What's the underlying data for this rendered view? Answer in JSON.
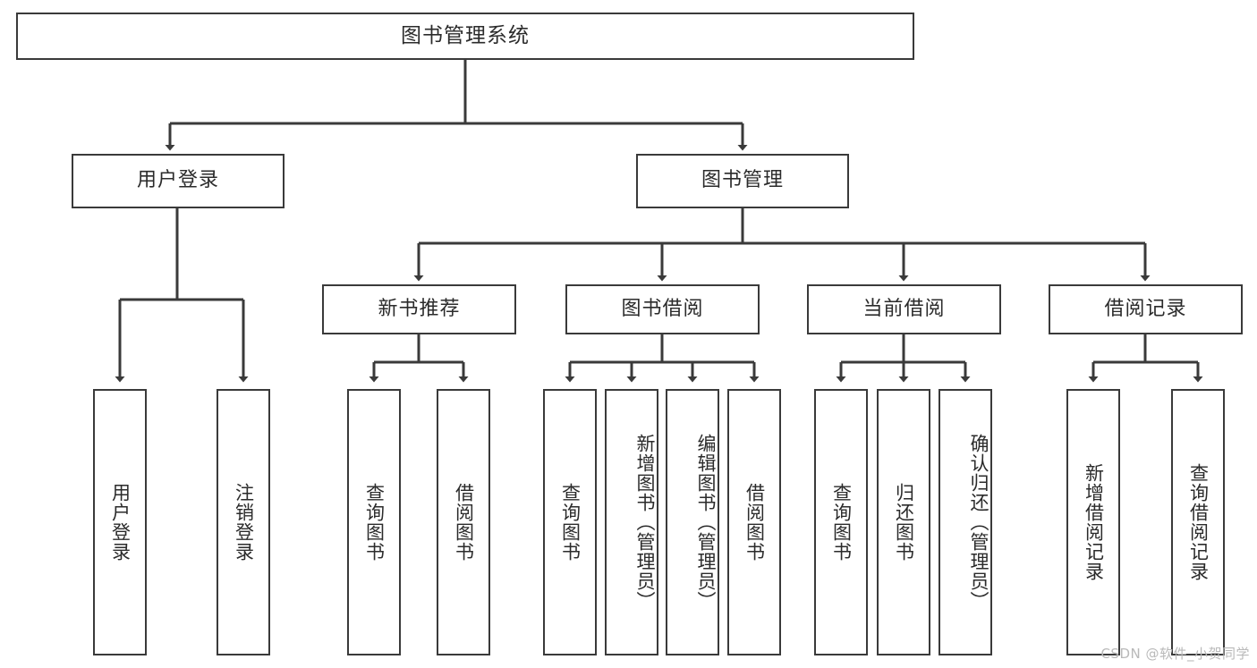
{
  "diagram": {
    "type": "tree",
    "title": "图书管理系统",
    "watermark": "CSDN @软件_小贺同学",
    "colors": {
      "stroke": "#3a3a3a",
      "text": "#2b2b2b",
      "background": "#ffffff",
      "watermark": "#b9b9b9"
    },
    "levels": {
      "root": {
        "label": "图书管理系统"
      },
      "level2": [
        {
          "label": "用户登录"
        },
        {
          "label": "图书管理"
        }
      ],
      "level3": [
        {
          "label": "新书推荐"
        },
        {
          "label": "图书借阅"
        },
        {
          "label": "当前借阅"
        },
        {
          "label": "借阅记录"
        }
      ],
      "leaves": [
        {
          "label": "用户登录",
          "parent": "用户登录"
        },
        {
          "label": "注销登录",
          "parent": "用户登录"
        },
        {
          "label": "查询图书",
          "parent": "新书推荐"
        },
        {
          "label": "借阅图书",
          "parent": "新书推荐"
        },
        {
          "label": "查询图书",
          "parent": "图书借阅"
        },
        {
          "label": "新增图书（管理员）",
          "parent": "图书借阅"
        },
        {
          "label": "编辑图书（管理员）",
          "parent": "图书借阅"
        },
        {
          "label": "借阅图书",
          "parent": "图书借阅"
        },
        {
          "label": "查询图书",
          "parent": "当前借阅"
        },
        {
          "label": "归还图书",
          "parent": "当前借阅"
        },
        {
          "label": "确认归还（管理员）",
          "parent": "当前借阅"
        },
        {
          "label": "新增借阅记录",
          "parent": "借阅记录"
        },
        {
          "label": "查询借阅记录",
          "parent": "借阅记录"
        }
      ]
    }
  }
}
